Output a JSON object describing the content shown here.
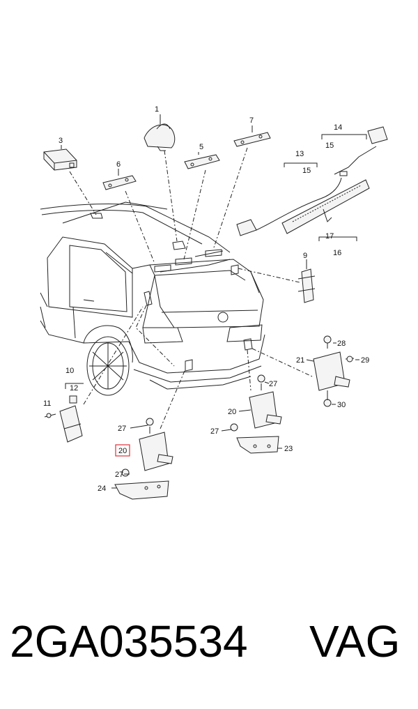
{
  "callouts": {
    "c1": "1",
    "c3": "3",
    "c5": "5",
    "c6": "6",
    "c7": "7",
    "c9": "9",
    "c10": "10",
    "c11": "11",
    "c12": "12",
    "c13": "13",
    "c14": "14",
    "c15a": "15",
    "c15b": "15",
    "c16": "16",
    "c17": "17",
    "c20a": "20",
    "c20b": "20",
    "c21": "21",
    "c23": "23",
    "c24": "24",
    "c27a": "27",
    "c27b": "27",
    "c27c": "27",
    "c27d": "27",
    "c28": "28",
    "c29": "29",
    "c30": "30"
  },
  "highlight": {
    "color": "#e0303a"
  },
  "footer": {
    "part_number": "2GA035534",
    "brand": "VAG"
  }
}
